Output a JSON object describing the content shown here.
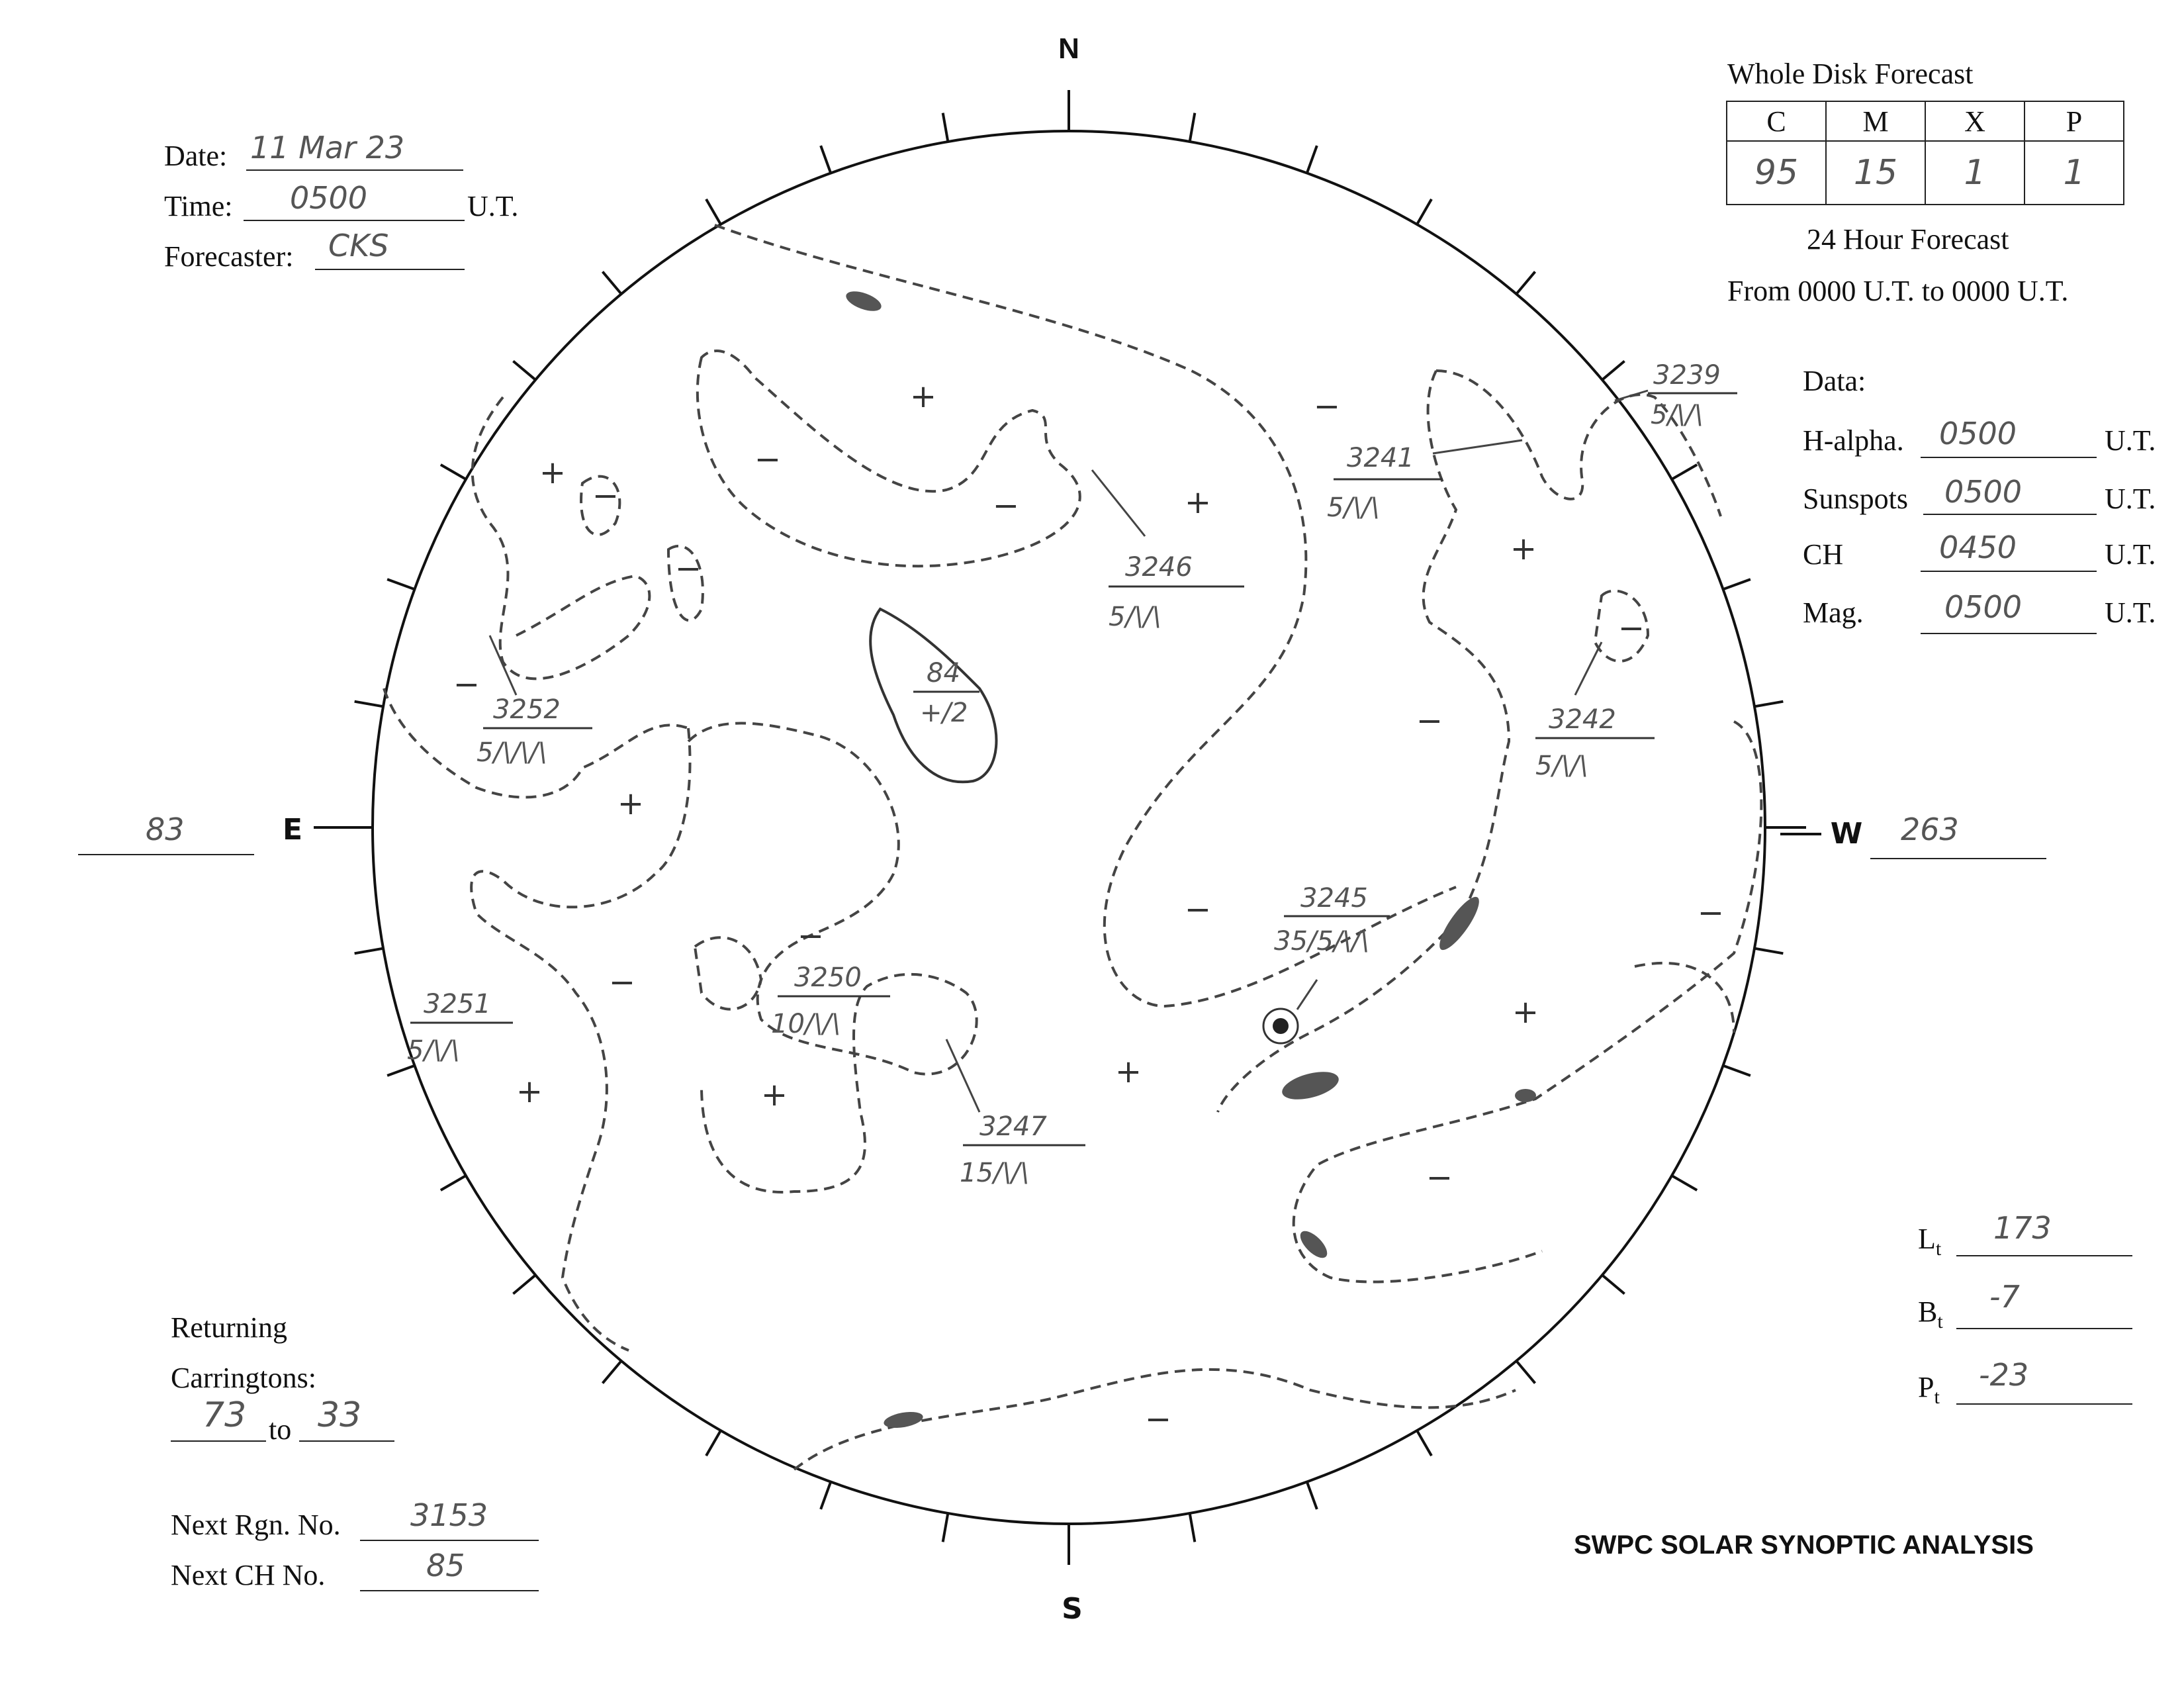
{
  "header": {
    "date_label": "Date:",
    "date_value": "11 Mar 23",
    "time_label": "Time:",
    "time_value": "0500",
    "time_suffix": "U.T.",
    "forecaster_label": "Forecaster:",
    "forecaster_value": "CKS"
  },
  "forecast": {
    "title": "Whole Disk Forecast",
    "columns": [
      "C",
      "M",
      "X",
      "P"
    ],
    "values": [
      "95",
      "15",
      "1",
      "1"
    ],
    "subtitle": "24 Hour Forecast",
    "range": "From 0000 U.T. to 0000 U.T."
  },
  "data_section": {
    "title": "Data:",
    "rows": [
      {
        "label": "H-alpha.",
        "value": "0500",
        "unit": "U.T."
      },
      {
        "label": "Sunspots",
        "value": "0500",
        "unit": "U.T."
      },
      {
        "label": "CH",
        "value": "0450",
        "unit": "U.T."
      },
      {
        "label": "Mag.",
        "value": "0500",
        "unit": "U.T."
      }
    ]
  },
  "disk": {
    "north": "N",
    "south": "S",
    "east": "E",
    "west": "W",
    "east_value": "83",
    "west_value": "263",
    "regions": [
      {
        "number": "3239",
        "class": "5/\\/\\"
      },
      {
        "number": "3241",
        "class": "5/\\/\\"
      },
      {
        "number": "3246",
        "class": "5/\\/\\"
      },
      {
        "number": "3252",
        "class": "5/\\/\\/\\"
      },
      {
        "number": "3242",
        "class": "5/\\/\\"
      },
      {
        "number": "3245",
        "class": "35/5/\\/\\"
      },
      {
        "number": "3251",
        "class": "5/\\/\\"
      },
      {
        "number": "3250",
        "class": "10/\\/\\"
      },
      {
        "number": "3247",
        "class": "15/\\/\\"
      }
    ],
    "coronal_hole": {
      "number": "84",
      "value": "+/2"
    },
    "polarity_plus": "+",
    "polarity_minus": "−"
  },
  "orientation": {
    "lt_label": "L",
    "lt_sub": "t",
    "lt_value": "173",
    "bt_label": "B",
    "bt_sub": "t",
    "bt_value": "-7",
    "pt_label": "P",
    "pt_sub": "t",
    "pt_value": "-23"
  },
  "carrington": {
    "label1": "Returning",
    "label2": "Carringtons:",
    "from": "73",
    "to_word": "to",
    "to": "33"
  },
  "next": {
    "rgn_label": "Next Rgn. No.",
    "rgn_value": "3153",
    "ch_label": "Next CH No.",
    "ch_value": "85"
  },
  "footer": {
    "title": "SWPC SOLAR SYNOPTIC ANALYSIS"
  }
}
